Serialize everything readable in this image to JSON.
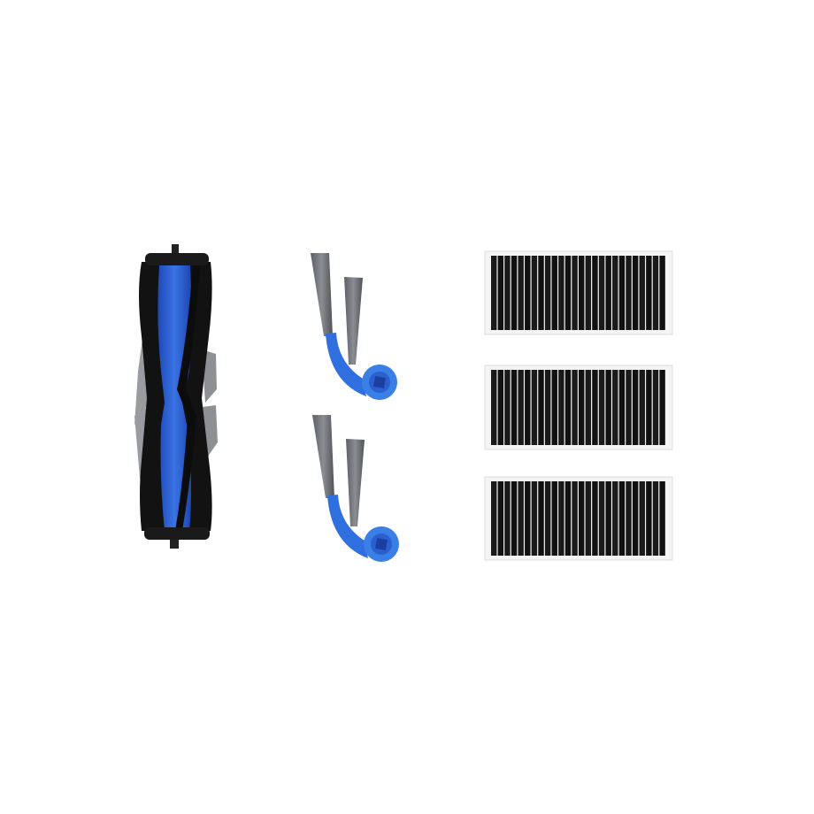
{
  "product_set": {
    "items": [
      "roller-brush",
      "side-brush",
      "side-brush",
      "filter",
      "filter",
      "filter"
    ],
    "colors": {
      "background": "#ffffff",
      "brush_blue": "#2f63d8",
      "brush_blue_light": "#3d86e6",
      "rubber_black": "#141414",
      "bristle_gray": "#7b7f84",
      "filter_frame": "#f4f4f4",
      "filter_pleat": "#1a1a1a"
    }
  }
}
